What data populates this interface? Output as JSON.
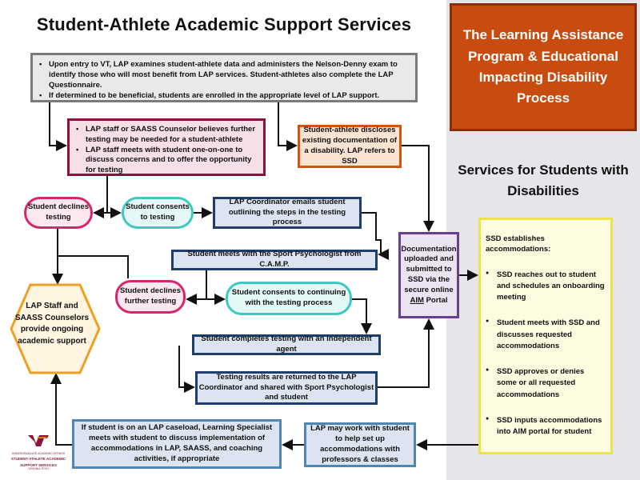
{
  "title": "Student-Athlete Academic Support Services",
  "right_panel": {
    "lap_header": "The Learning Assistance Program & Educational Impacting Disability Process",
    "ssd_header": "Services for Students with Disabilities"
  },
  "intro": {
    "items": [
      "Upon entry to VT, LAP examines student-athlete data and administers the Nelson-Denny exam to identify those who will most benefit from LAP services. Student-athletes also complete the LAP Questionnaire.",
      "If determined to be beneficial, students are enrolled in the appropriate level of LAP support."
    ]
  },
  "lap_staff_box": {
    "items": [
      "LAP staff or SAASS Counselor believes further testing may be needed for a student-athlete",
      "LAP staff meets with student one-on-one to discuss concerns and to offer the opportunity for testing"
    ]
  },
  "discloses": "Student-athlete discloses existing documentation of a disability. LAP refers to SSD",
  "declines_testing": "Student declines testing",
  "consents_testing": "Student consents to testing",
  "coordinator_email": "LAP Coordinator emails student outlining the steps in the testing process",
  "camp_meeting": "Student meets with the Sport Psychologist from C.A.M.P.",
  "declines_further": "Student declines further testing",
  "consents_continuing": "Student consents to continuing with the testing process",
  "independent_agent": "Student completes testing with an independent agent",
  "results_returned": "Testing results are returned to the LAP Coordinator and shared with Sport Psychologist and student",
  "documentation": {
    "text": "Documentation uploaded and submitted to SSD via the secure online",
    "portal": "AIM",
    "portal_suffix": "Portal"
  },
  "ssd_box": {
    "intro": "SSD establishes accommodations:",
    "items": [
      "SSD reaches out to student and schedules an onboarding meeting",
      "Student meets with SSD and discusses requested accommodations",
      "SSD approves or denies some or all requested accommodations",
      "SSD inputs accommodations into AIM portal for student"
    ]
  },
  "support_hexagon": "LAP Staff and SAASS Counselors provide ongoing academic support",
  "lap_work": "LAP may work with student to help set up accommodations with professors & classes",
  "specialist": "If student is on an LAP caseload, Learning Specialist meets with student to discuss implementation of accommodations in LAP, SAASS, and coaching activities, if appropriate",
  "logo": {
    "mark": "VT",
    "line1": "UNDERGRADUATE ACADEMIC AFFAIRS",
    "line2": "STUDENT-ATHLETE ACADEMIC",
    "line3": "SUPPORT SERVICES",
    "line4": "VIRGINIA TECH"
  },
  "colors": {
    "lap_header": "#c84b10",
    "maroon": "#8a1538",
    "orange": "#d35410",
    "pink": "#d6266d",
    "teal": "#3fc9be",
    "navy": "#1f3d6b",
    "purple": "#6b3f8d",
    "yellow": "#efe34a",
    "hexagon": "#f0a020",
    "steel_blue": "#4f86b3"
  }
}
